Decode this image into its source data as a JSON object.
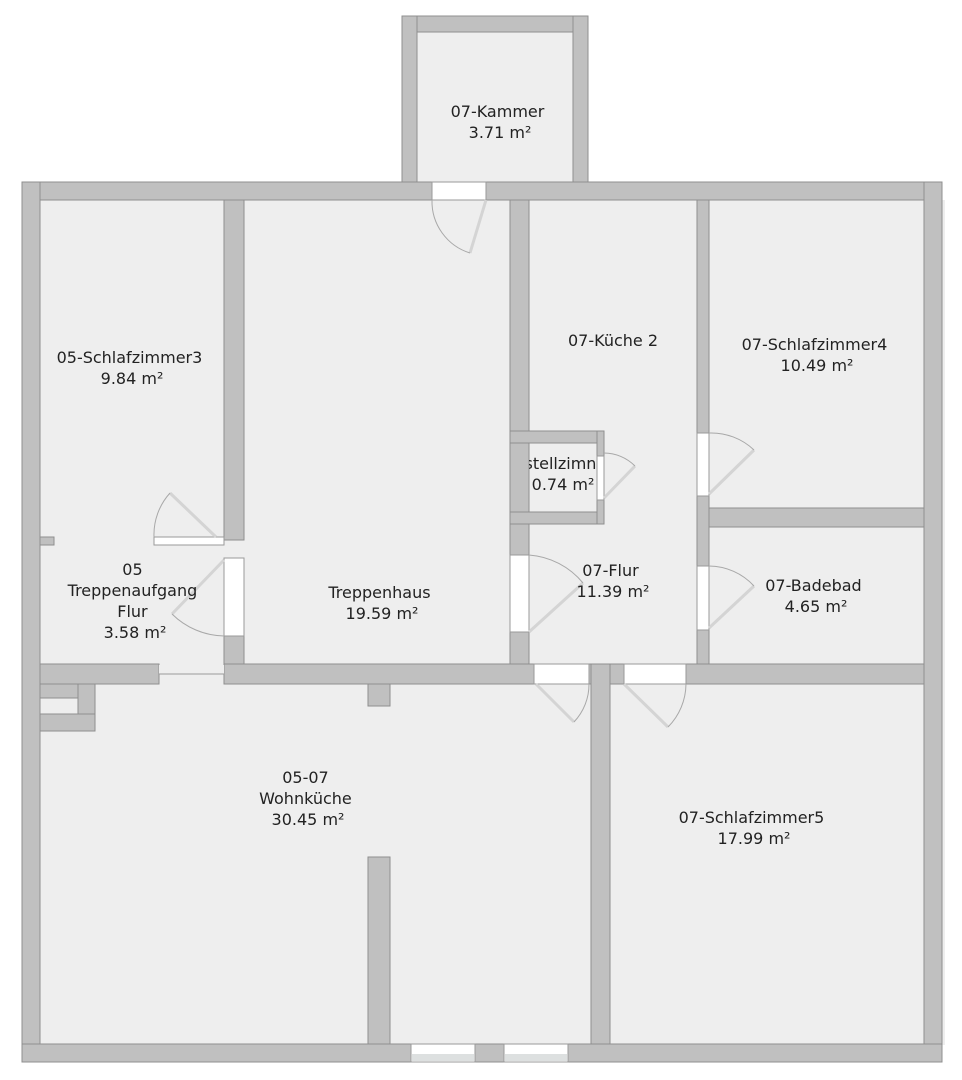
{
  "plan": {
    "colors": {
      "wall": "#c0c0c0",
      "floor": "#eeeeee",
      "outline": "#8f8f8f",
      "text": "#222222"
    },
    "rooms": [
      {
        "id": "kammer",
        "lines": [
          "07-Kammer",
          "3.71 m²"
        ]
      },
      {
        "id": "schlafzimmer3",
        "lines": [
          "05-Schlafzimmer3",
          "9.84 m²"
        ]
      },
      {
        "id": "treppenhaus",
        "lines": [
          "Treppenhaus",
          "19.59 m²"
        ]
      },
      {
        "id": "kueche2",
        "lines": [
          "07-Küche 2"
        ]
      },
      {
        "id": "schlafzimmer4",
        "lines": [
          "07-Schlafzimmer4",
          "10.49 m²"
        ]
      },
      {
        "id": "abstellzimmer",
        "lines": [
          "stellzimn",
          "0.74 m²"
        ]
      },
      {
        "id": "treppenaufgang",
        "lines": [
          "05",
          "Treppenaufgang",
          "Flur",
          "3.58 m²"
        ]
      },
      {
        "id": "flur",
        "lines": [
          "07-Flur",
          "11.39 m²"
        ]
      },
      {
        "id": "badebad",
        "lines": [
          "07-Badebad",
          "4.65 m²"
        ]
      },
      {
        "id": "wohnkueche",
        "lines": [
          "05-07",
          "Wohnküche",
          "30.45 m²"
        ]
      },
      {
        "id": "schlafzimmer5",
        "lines": [
          "07-Schlafzimmer5",
          "17.99 m²"
        ]
      }
    ]
  }
}
